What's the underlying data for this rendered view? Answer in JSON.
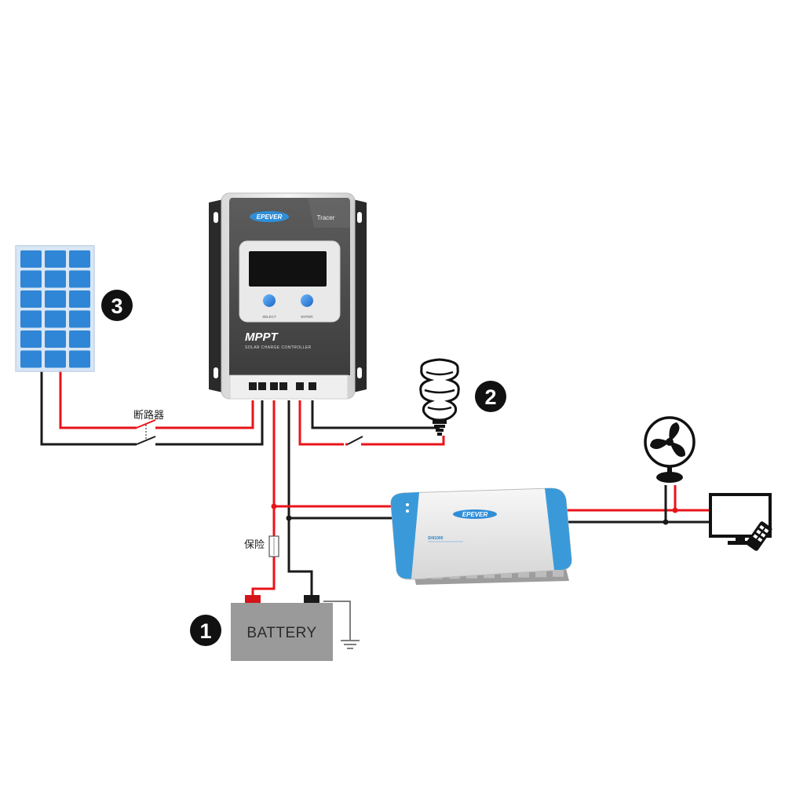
{
  "controller": {
    "brand": "EPEVER",
    "model": "Tracer",
    "title": "MPPT",
    "subtitle": "SOLAR CHARGE CONTROLLER",
    "button_left": "SELECT",
    "button_right": "ENTER"
  },
  "inverter": {
    "brand": "EPEVER",
    "model": "SHI1000"
  },
  "battery": {
    "label": "BATTERY"
  },
  "breaker": {
    "label": "断路器"
  },
  "fuse": {
    "label": "保险"
  },
  "markers": {
    "one": "1",
    "two": "2",
    "three": "3"
  },
  "colors": {
    "positive_wire": "#e8141a",
    "negative_wire": "#1a1a1a",
    "inverter_accent": "#3a9ad9",
    "panel_cell": "#2f86d6",
    "battery_body": "#9a9a9a"
  }
}
